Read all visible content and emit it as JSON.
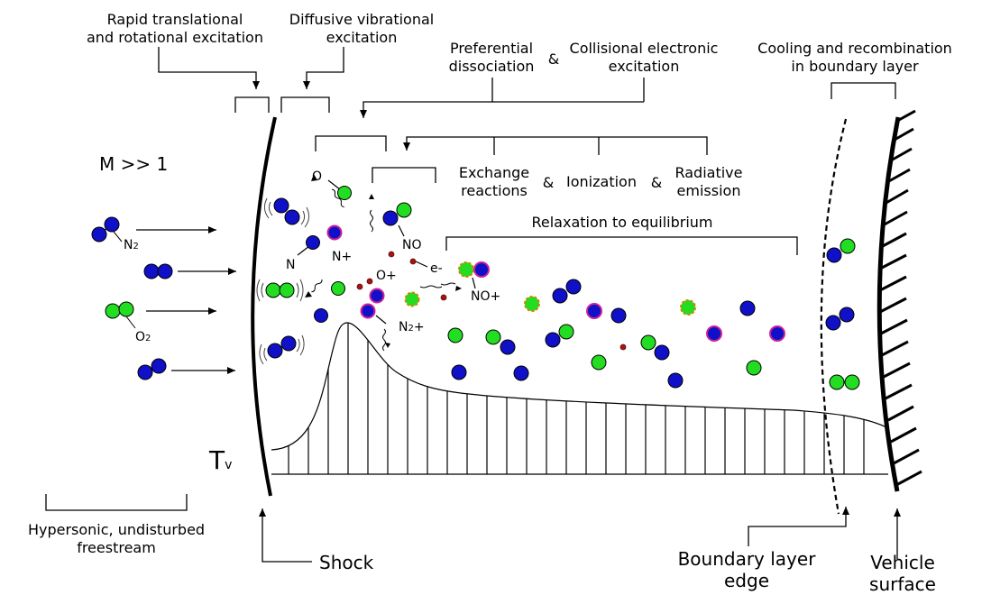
{
  "labels": {
    "rapid_1": "Rapid translational",
    "rapid_2": "and rotational excitation",
    "diffusive_1": "Diffusive vibrational",
    "diffusive_2": "excitation",
    "preferential_1": "Preferential",
    "preferential_2": "dissociation",
    "amp": "&",
    "collisional_1": "Collisional electronic",
    "collisional_2": "excitation",
    "cooling_1": "Cooling and recombination",
    "cooling_2": "in boundary layer",
    "mach": "M >> 1",
    "exchange_1": "Exchange",
    "exchange_2": "reactions",
    "ionization": "Ionization",
    "radiative_1": "Radiative",
    "radiative_2": "emission",
    "relaxation": "Relaxation to equilibrium",
    "tv_main": "T",
    "tv_sub": "v",
    "freestream_1": "Hypersonic, undisturbed",
    "freestream_2": "freestream",
    "shock": "Shock",
    "boundary_1": "Boundary layer",
    "boundary_2": "edge",
    "vehicle_1": "Vehicle",
    "vehicle_2": "surface"
  },
  "species": {
    "n2_main": "N",
    "n2_sub": "2",
    "o2_main": "O",
    "o2_sub": "2",
    "o": "O",
    "n": "N",
    "n_plus": "N+",
    "no": "NO",
    "o_plus": "O+",
    "e_minus": "e-",
    "no_plus": "NO+",
    "n2_plus_main": "N",
    "n2_plus_sub": "2",
    "n2_plus_suffix": "+"
  },
  "colors": {
    "nitrogen": "#1010c8",
    "oxygen": "#22dd22",
    "ion_outline": "#cc2299",
    "electron": "#aa1111",
    "ink": "#000000"
  }
}
